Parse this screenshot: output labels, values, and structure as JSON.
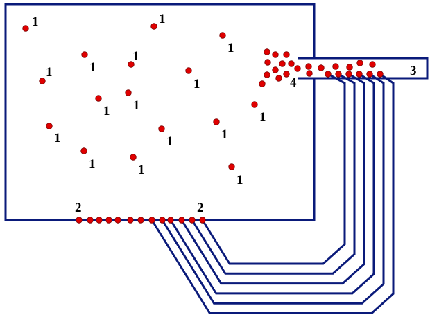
{
  "diagram": {
    "colors": {
      "line": "#0a1a7a",
      "dot": "#e00000",
      "dot_stroke": "#7a0000"
    },
    "region_labels": {
      "scattered_dot_label": "1",
      "bottom_edge_left": "2",
      "bottom_edge_right": "2",
      "channel": "3",
      "channel_entrance": "4"
    },
    "scattered_dot_count": 16,
    "bottom_edge_dot_count": 13,
    "wire_count": 6
  }
}
